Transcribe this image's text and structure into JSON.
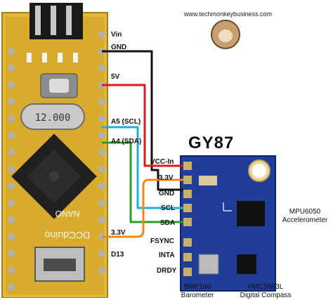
{
  "website": "www.techmonkeybusiness.com",
  "module_title": "GY87",
  "nano_pins": {
    "vin": "Vin",
    "gnd": "GND",
    "v5": "5V",
    "a5": "A5 (SCL)",
    "a4": "A4 (SDA)",
    "v33": "3.3V",
    "d13": "D13"
  },
  "gy87_pins": {
    "vcc": "VCC-In",
    "v33": "3.3V",
    "gnd": "GND",
    "scl": "SCL",
    "sda": "SDA",
    "fsync": "FSYNC",
    "inta": "INTA",
    "drdy": "DRDY"
  },
  "chips": {
    "mpu_name": "MPU6050",
    "mpu_desc": "Accelerometer",
    "bmp_name": "BMP180",
    "bmp_desc": "Barometer",
    "hmc_name": "HMC5883L",
    "hmc_desc": "Digital Compass"
  },
  "board_text": {
    "crystal": "12.000",
    "brand": "DCCduino",
    "model": "NANO"
  },
  "wire_colors": {
    "gnd": "#111111",
    "vcc": "#e01818",
    "scl": "#1ab0d8",
    "sda": "#2aa02a",
    "v33": "#f08a1a"
  }
}
